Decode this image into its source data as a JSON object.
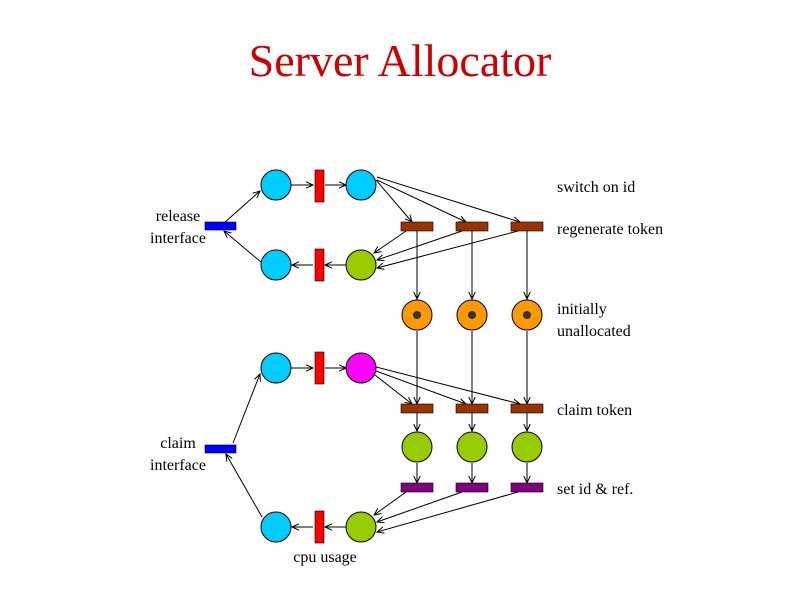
{
  "title": "Server Allocator",
  "labels": {
    "release_interface": [
      "release",
      "interface"
    ],
    "claim_interface": [
      "claim",
      "interface"
    ],
    "switch_on_id": "switch on id",
    "regenerate_token": "regenerate token",
    "initially_unallocated": [
      "initially",
      "unallocated"
    ],
    "claim_token": "claim token",
    "set_id_ref": "set id & ref.",
    "cpu_usage": "cpu usage"
  },
  "colors": {
    "title": "#cc0000",
    "place_cyan": "#00ccff",
    "place_green": "#99cc00",
    "place_magenta": "#ff00ff",
    "place_orange": "#ff9900",
    "transition_red": "#ff0000",
    "transition_blue": "#0000ff",
    "transition_brown": "#993300",
    "transition_purple": "#800080",
    "token": "#333333"
  }
}
